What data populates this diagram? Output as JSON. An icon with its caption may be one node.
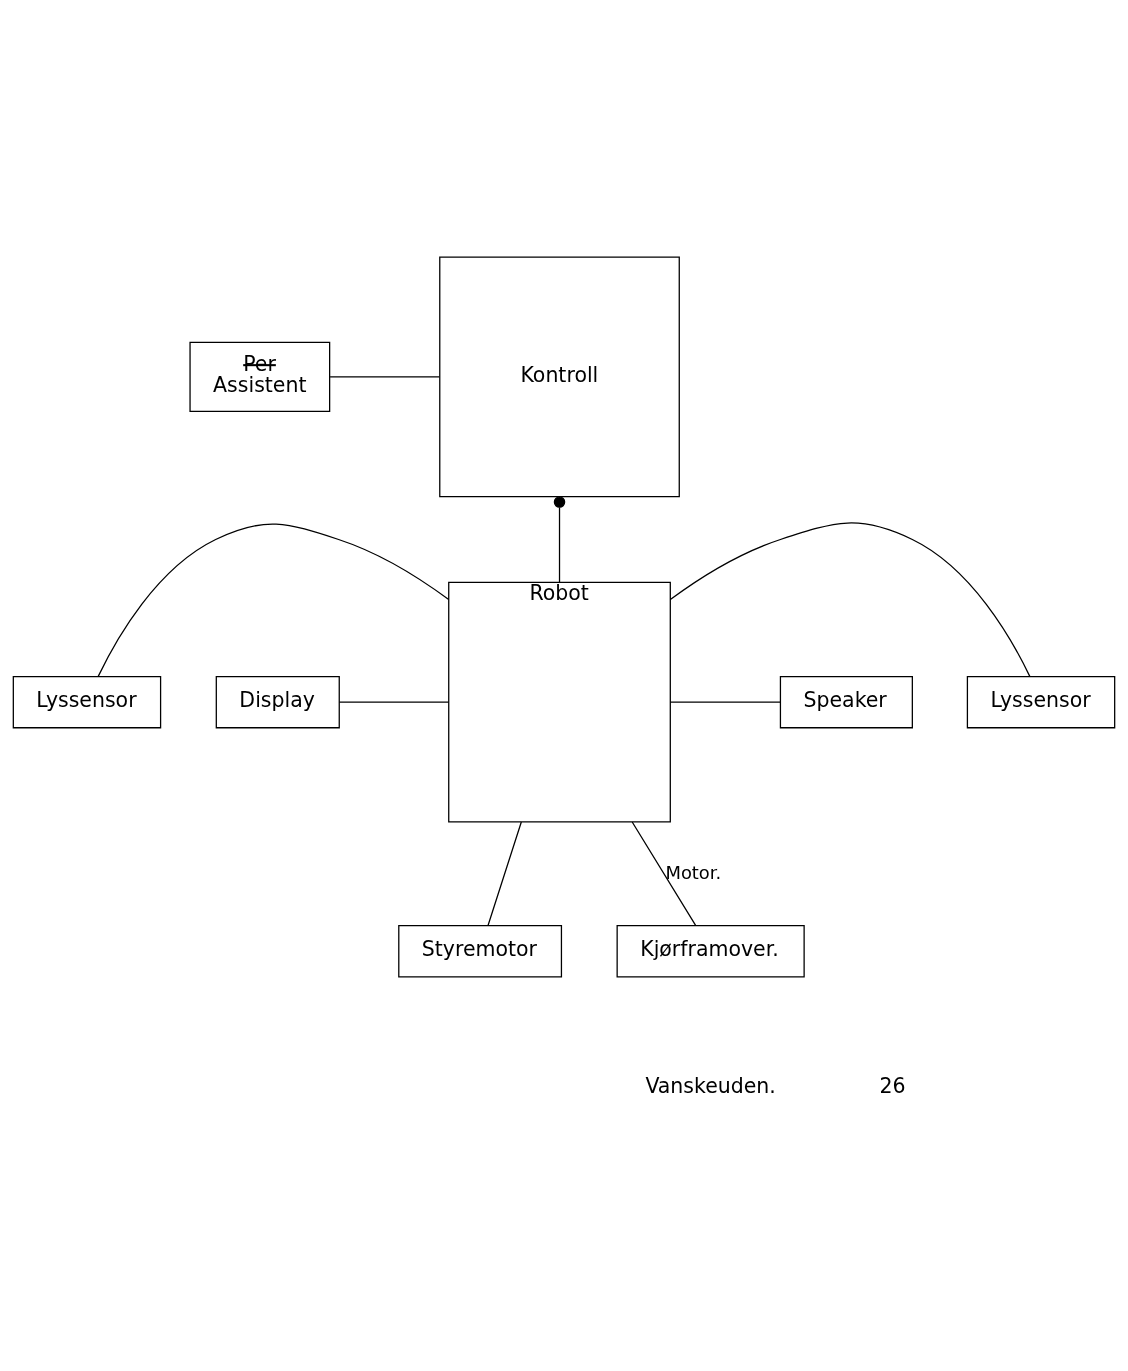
{
  "diagram": {
    "nodes": [
      {
        "text": [
          "Kontroll"
        ]
      },
      {
        "text": [
          "Per",
          "Assistent"
        ]
      },
      {
        "text": [
          "Robot"
        ]
      },
      {
        "text": [
          "Lyssensor"
        ]
      },
      {
        "text": [
          "Display"
        ]
      },
      {
        "text": [
          "Lyssensor"
        ]
      },
      {
        "text": [
          "Speaker"
        ]
      },
      {
        "text": [
          "Styremotor"
        ]
      },
      {
        "text": [
          "Kjørframover."
        ]
      }
    ],
    "edges": [
      {
        "from": 1,
        "to": 0,
        "arrow": "none"
      },
      {
        "from": 0,
        "to": 2,
        "arrow": "other"
      },
      {
        "from": 3,
        "to": 2,
        "arrow": "none"
      },
      {
        "from": 4,
        "to": 2,
        "arrow": "none"
      },
      {
        "from": 2,
        "to": 5,
        "arrow": "none"
      },
      {
        "from": 2,
        "to": 6,
        "arrow": "none"
      },
      {
        "from": 2,
        "to": 7,
        "arrow": "none"
      },
      {
        "from": 2,
        "to": 8,
        "arrow": "none",
        "label": "Motor."
      }
    ],
    "labels": [
      "Vanskeuden.",
      "26"
    ]
  }
}
